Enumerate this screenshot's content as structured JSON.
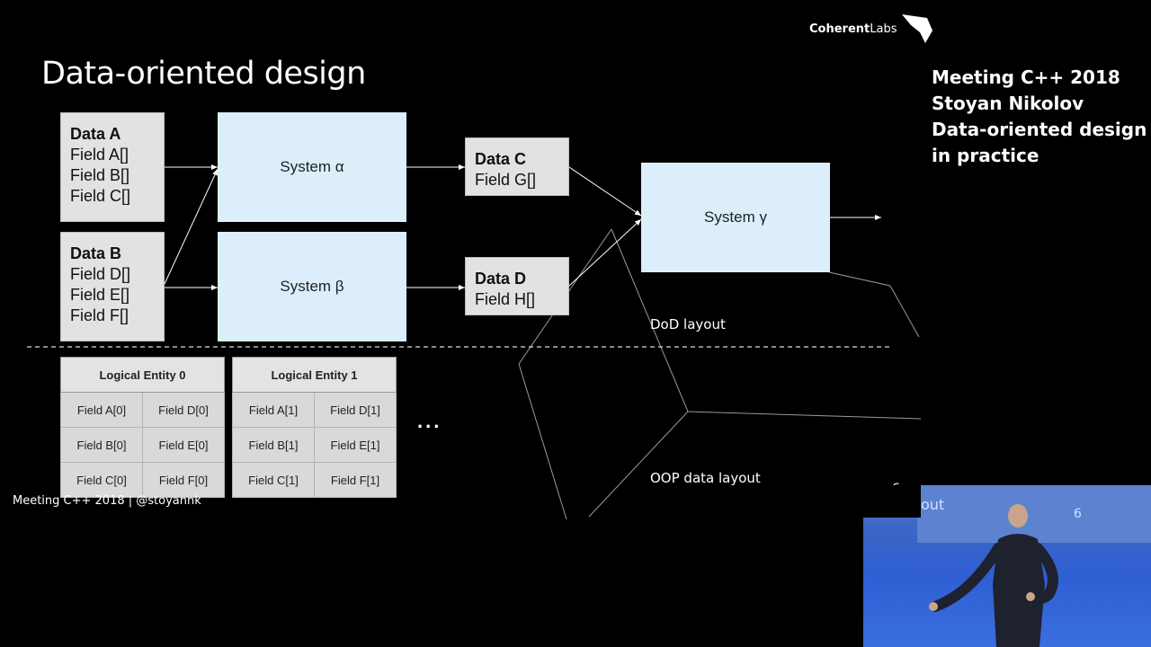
{
  "slide": {
    "title": "Data-oriented design",
    "footer": "Meeting C++ 2018 | @stoyannk",
    "page_number": "6",
    "ellipsis": "...",
    "dod_label": "DoD layout",
    "oop_label": "OOP data layout"
  },
  "logo": {
    "brand_bold": "Coherent",
    "brand_light": "Labs"
  },
  "data_boxes": {
    "a": {
      "header": "Data A",
      "fields": [
        "Field A[]",
        "Field B[]",
        "Field C[]"
      ]
    },
    "b": {
      "header": "Data B",
      "fields": [
        "Field D[]",
        "Field E[]",
        "Field F[]"
      ]
    },
    "c": {
      "header": "Data C",
      "fields": [
        "Field G[]"
      ]
    },
    "d": {
      "header": "Data D",
      "fields": [
        "Field H[]"
      ]
    }
  },
  "systems": {
    "alpha": "System α",
    "beta": "System β",
    "gamma": "System γ"
  },
  "entities": [
    {
      "header": "Logical Entity 0",
      "rows": [
        [
          "Field A[0]",
          "Field D[0]"
        ],
        [
          "Field B[0]",
          "Field E[0]"
        ],
        [
          "Field C[0]",
          "Field F[0]"
        ]
      ]
    },
    {
      "header": "Logical Entity 1",
      "rows": [
        [
          "Field A[1]",
          "Field D[1]"
        ],
        [
          "Field B[1]",
          "Field E[1]"
        ],
        [
          "Field C[1]",
          "Field F[1]"
        ]
      ]
    }
  ],
  "side_info": {
    "lines": [
      "Meeting C++ 2018",
      "Stoyan Nikolov",
      "Data-oriented design",
      "in practice"
    ]
  },
  "video_overlay": {
    "partial_text": "out",
    "page_number": "6"
  },
  "colors": {
    "background": "#000000",
    "system_fill": "#dbeefa",
    "data_fill": "#e2e2e2",
    "stage_blue": "#3e66c6"
  }
}
